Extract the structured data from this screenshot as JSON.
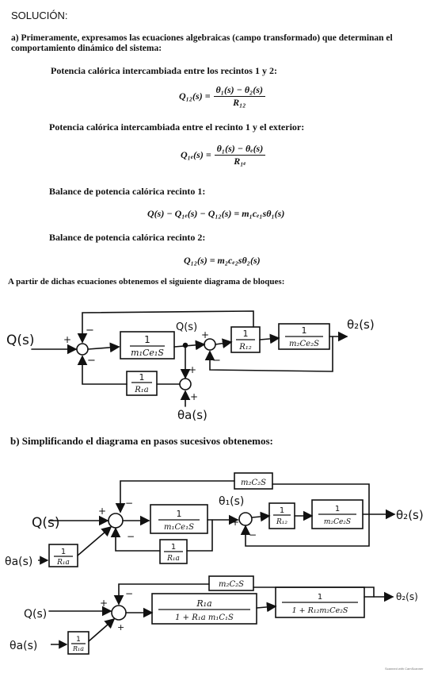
{
  "heading": "SOLUCIÓN:",
  "part_a": {
    "intro_1": "a) Primeramente, expresamos las ecuaciones algebraicas (campo transformado) que determinan el",
    "intro_2": "comportamiento dinámico del sistema:",
    "items": [
      {
        "label": "Potencia calórica intercambiada entre los recintos 1 y 2:",
        "lhs": "Q₁₂(s) =",
        "num": "θ₁(s) − θ₂(s)",
        "den": "R₁₂"
      },
      {
        "label": "Potencia calórica intercambiada entre el recinto 1 y el exterior:",
        "lhs": "Q₁ₑ(s) =",
        "num": "θ₁(s) − θₑ(s)",
        "den": "R₁ₑ"
      },
      {
        "label": "Balance de potencia calórica recinto 1:",
        "eq": "Q(s) − Q₁ₑ(s) − Q₁₂(s) = m₁cₑ₁sθ₁(s)"
      },
      {
        "label": "Balance de potencia calórica recinto 2:",
        "eq": "Q₁₂(s) = m₂cₑ₂sθ₂(s)"
      }
    ],
    "diagram_caption": "A partir de dichas ecuaciones obtenemos el siguiente diagrama de bloques:"
  },
  "diagram1": {
    "input": "Q(s)",
    "input2": "θa(s)",
    "output": "θ₂(s)",
    "node_label": "Q(s)",
    "block1_num": "1",
    "block1_den": "m₁Ce₁S",
    "block2_num": "1",
    "block2_den": "R₁₂",
    "block3_num": "1",
    "block3_den": "m₂Ce₂S",
    "fb_num": "1",
    "fb_den": "R₁a",
    "plus": "+",
    "minus": "−"
  },
  "part_b": {
    "caption": "b) Simplificando el diagrama en pasos sucesivos obtenemos:"
  },
  "diagram2": {
    "input": "Q(s)",
    "input2": "θa(s)",
    "output": "θ₂(s)",
    "node_label": "θ₁(s)",
    "top_block": "m₂C₂S",
    "in_block_num": "1",
    "in_block_den": "R₁a",
    "block1_num": "1",
    "block1_den": "m₁Ce₁S",
    "block2_num": "1",
    "block2_den": "R₁₂",
    "block3_num": "1",
    "block3_den": "m₂Ce₂S",
    "fb_num": "1",
    "fb_den": "R₁a"
  },
  "diagram3": {
    "input": "Q(s)",
    "input2": "θa(s)",
    "output": "θ₂(s)",
    "top_block": "m₂C₂S",
    "in_block_num": "1",
    "in_block_den": "R₁a",
    "block1_num": "R₁a",
    "block1_den": "1 + R₁a m₁C₁S",
    "block2_num": "1",
    "block2_den": "1 + R₁₂m₂Ce₂S"
  },
  "footer": "Scanned with CamScanner"
}
